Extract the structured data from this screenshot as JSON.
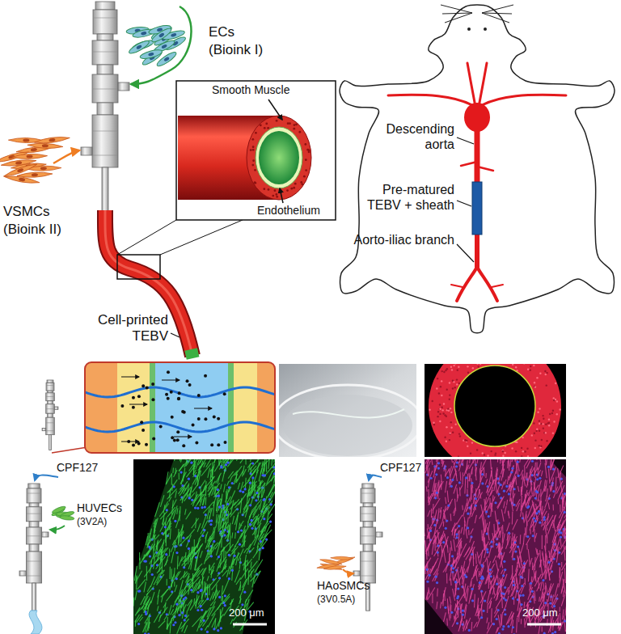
{
  "diagram": {
    "labels": [
      "ECs",
      "(Bioink I)",
      "Smooth Muscle",
      "Endothelium",
      "VSMCs",
      "(Bioink II)",
      "Cell-printed TEBV",
      "Descending aorta",
      "Pre-matured TEBV + sheath",
      "Aorto-iliac branch",
      "CPF127",
      "HUVECs",
      "(3V2A)",
      "200 μm",
      "CPF127",
      "HAoSMCs",
      "(3V0.5A)",
      "200 μm"
    ]
  }
}
